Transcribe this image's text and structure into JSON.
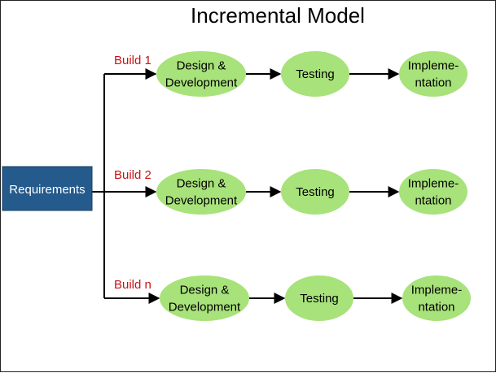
{
  "title": "Incremental Model",
  "requirements": {
    "label": "Requirements"
  },
  "builds": [
    {
      "label": "Build 1",
      "stages": [
        {
          "lines": [
            "Design &",
            "Development"
          ]
        },
        {
          "lines": [
            "Testing"
          ]
        },
        {
          "lines": [
            "Impleme-",
            "ntation"
          ]
        }
      ]
    },
    {
      "label": "Build 2",
      "stages": [
        {
          "lines": [
            "Design &",
            "Development"
          ]
        },
        {
          "lines": [
            "Testing"
          ]
        },
        {
          "lines": [
            "Impleme-",
            "ntation"
          ]
        }
      ]
    },
    {
      "label": "Build n",
      "stages": [
        {
          "lines": [
            "Design &",
            "Development"
          ]
        },
        {
          "lines": [
            "Testing"
          ]
        },
        {
          "lines": [
            "Impleme-",
            "ntation"
          ]
        }
      ]
    }
  ],
  "colors": {
    "requirements_fill": "#245a8c",
    "requirements_text": "#ffffff",
    "stage_fill": "#a8e27a",
    "build_label": "#cc1111",
    "arrow": "#000000",
    "text": "#000000"
  }
}
